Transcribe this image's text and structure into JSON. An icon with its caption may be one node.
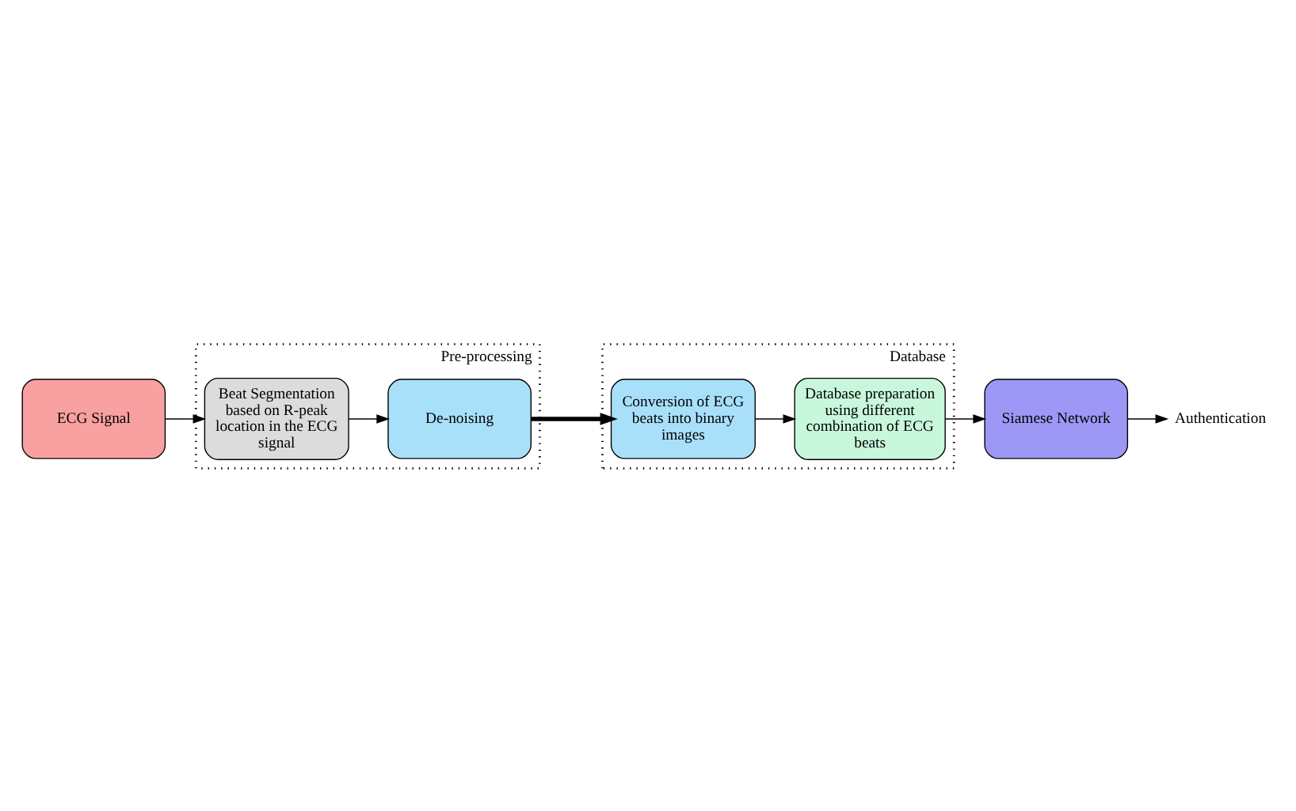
{
  "diagram": {
    "nodes": [
      {
        "text": [
          "ECG Signal"
        ]
      },
      {
        "text": [
          "Pre-processing"
        ]
      },
      {
        "text": [
          "Beat Segmentation based on R-peak location in the ECG signal"
        ],
        "in": 1
      },
      {
        "text": [
          "De-noising"
        ],
        "in": 1
      },
      {
        "text": [
          "Database"
        ]
      },
      {
        "text": [
          "Conversion of ECG beats into binary images"
        ],
        "in": 4
      },
      {
        "text": [
          "Database preparation using different combination of ECG beats"
        ],
        "in": 4
      },
      {
        "text": [
          "Siamese Network"
        ]
      },
      {
        "text": [
          "Authentication"
        ]
      }
    ],
    "edges": [
      {
        "from": 0,
        "to": 2,
        "arrow": "to"
      },
      {
        "from": 2,
        "to": 3,
        "arrow": "to"
      },
      {
        "from": 3,
        "to": 5,
        "arrow": "to",
        "style": "thick"
      },
      {
        "from": 5,
        "to": 6,
        "arrow": "to"
      },
      {
        "from": 6,
        "to": 7,
        "arrow": "to"
      },
      {
        "from": 7,
        "to": 8,
        "arrow": "to"
      }
    ]
  }
}
